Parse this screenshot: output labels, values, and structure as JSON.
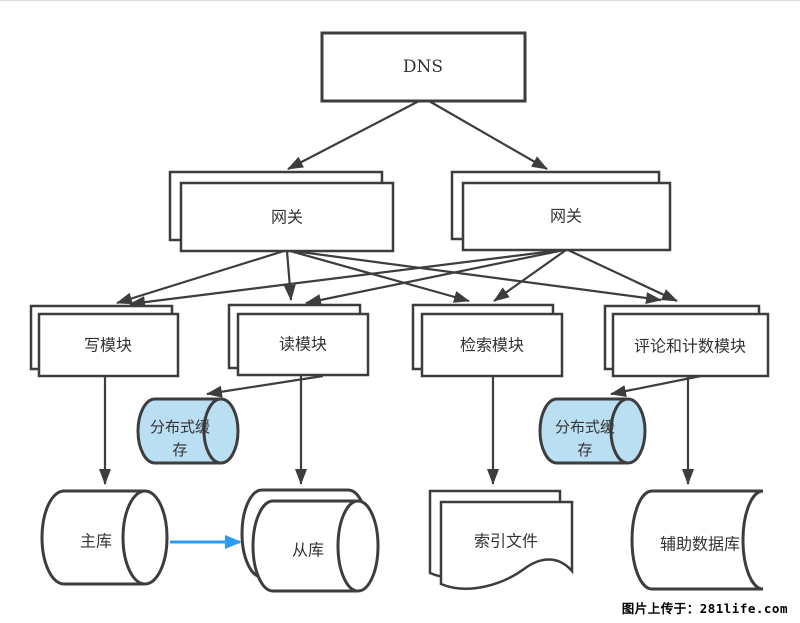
{
  "page": {
    "watermark": "图片上传于：281life.com"
  },
  "colors": {
    "line": "#3d3d3d",
    "box_fill": "#ffffff",
    "cache_fill": "#badef2",
    "blue_arrow": "#2e9bf5",
    "text": "#333333"
  },
  "nodes": {
    "dns": {
      "label": "DNS",
      "shape": "rectangle"
    },
    "gateway_left": {
      "label": "网关",
      "shape": "stacked-rectangle"
    },
    "gateway_right": {
      "label": "网关",
      "shape": "stacked-rectangle"
    },
    "write_module": {
      "label": "写模块",
      "shape": "stacked-rectangle"
    },
    "read_module": {
      "label": "读模块",
      "shape": "stacked-rectangle"
    },
    "search_module": {
      "label": "检索模块",
      "shape": "stacked-rectangle"
    },
    "comment_count_module": {
      "label": "评论和计数模块",
      "shape": "stacked-rectangle"
    },
    "cache_left": {
      "label": "分布式缓存",
      "line1": "分布式缓",
      "line2": "存",
      "shape": "horizontal-cylinder"
    },
    "cache_right": {
      "label": "分布式缓存",
      "line1": "分布式缓",
      "line2": "存",
      "shape": "horizontal-cylinder"
    },
    "master_db": {
      "label": "主库",
      "shape": "horizontal-cylinder"
    },
    "slave_db": {
      "label": "从库",
      "shape": "stacked-horizontal-cylinder"
    },
    "index_file": {
      "label": "索引文件",
      "shape": "stacked-document"
    },
    "aux_db": {
      "label": "辅助数据库",
      "shape": "stored-data"
    }
  },
  "edges": [
    {
      "from": "dns",
      "to": "gateway_left"
    },
    {
      "from": "dns",
      "to": "gateway_right"
    },
    {
      "from": "gateway_left",
      "to": "write_module"
    },
    {
      "from": "gateway_left",
      "to": "read_module"
    },
    {
      "from": "gateway_left",
      "to": "search_module"
    },
    {
      "from": "gateway_left",
      "to": "comment_count_module"
    },
    {
      "from": "gateway_right",
      "to": "write_module"
    },
    {
      "from": "gateway_right",
      "to": "read_module"
    },
    {
      "from": "gateway_right",
      "to": "search_module"
    },
    {
      "from": "gateway_right",
      "to": "comment_count_module"
    },
    {
      "from": "write_module",
      "to": "master_db"
    },
    {
      "from": "read_module",
      "to": "cache_left"
    },
    {
      "from": "read_module",
      "to": "slave_db"
    },
    {
      "from": "search_module",
      "to": "index_file"
    },
    {
      "from": "comment_count_module",
      "to": "cache_right"
    },
    {
      "from": "comment_count_module",
      "to": "aux_db"
    },
    {
      "from": "master_db",
      "to": "slave_db",
      "color": "#2e9bf5"
    }
  ]
}
